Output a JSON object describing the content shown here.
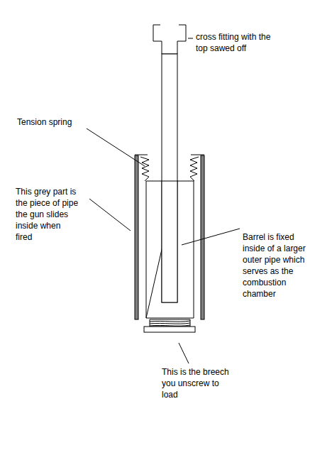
{
  "diagram": {
    "labels": [
      "cross fitting with the top sawed off",
      "Tension spring",
      "This grey part is the piece of pipe the gun slides inside when fired",
      "Barrel is fixed inside of a larger outer pipe which serves as the combustion chamber",
      "This is the breech you unscrew to load"
    ]
  }
}
